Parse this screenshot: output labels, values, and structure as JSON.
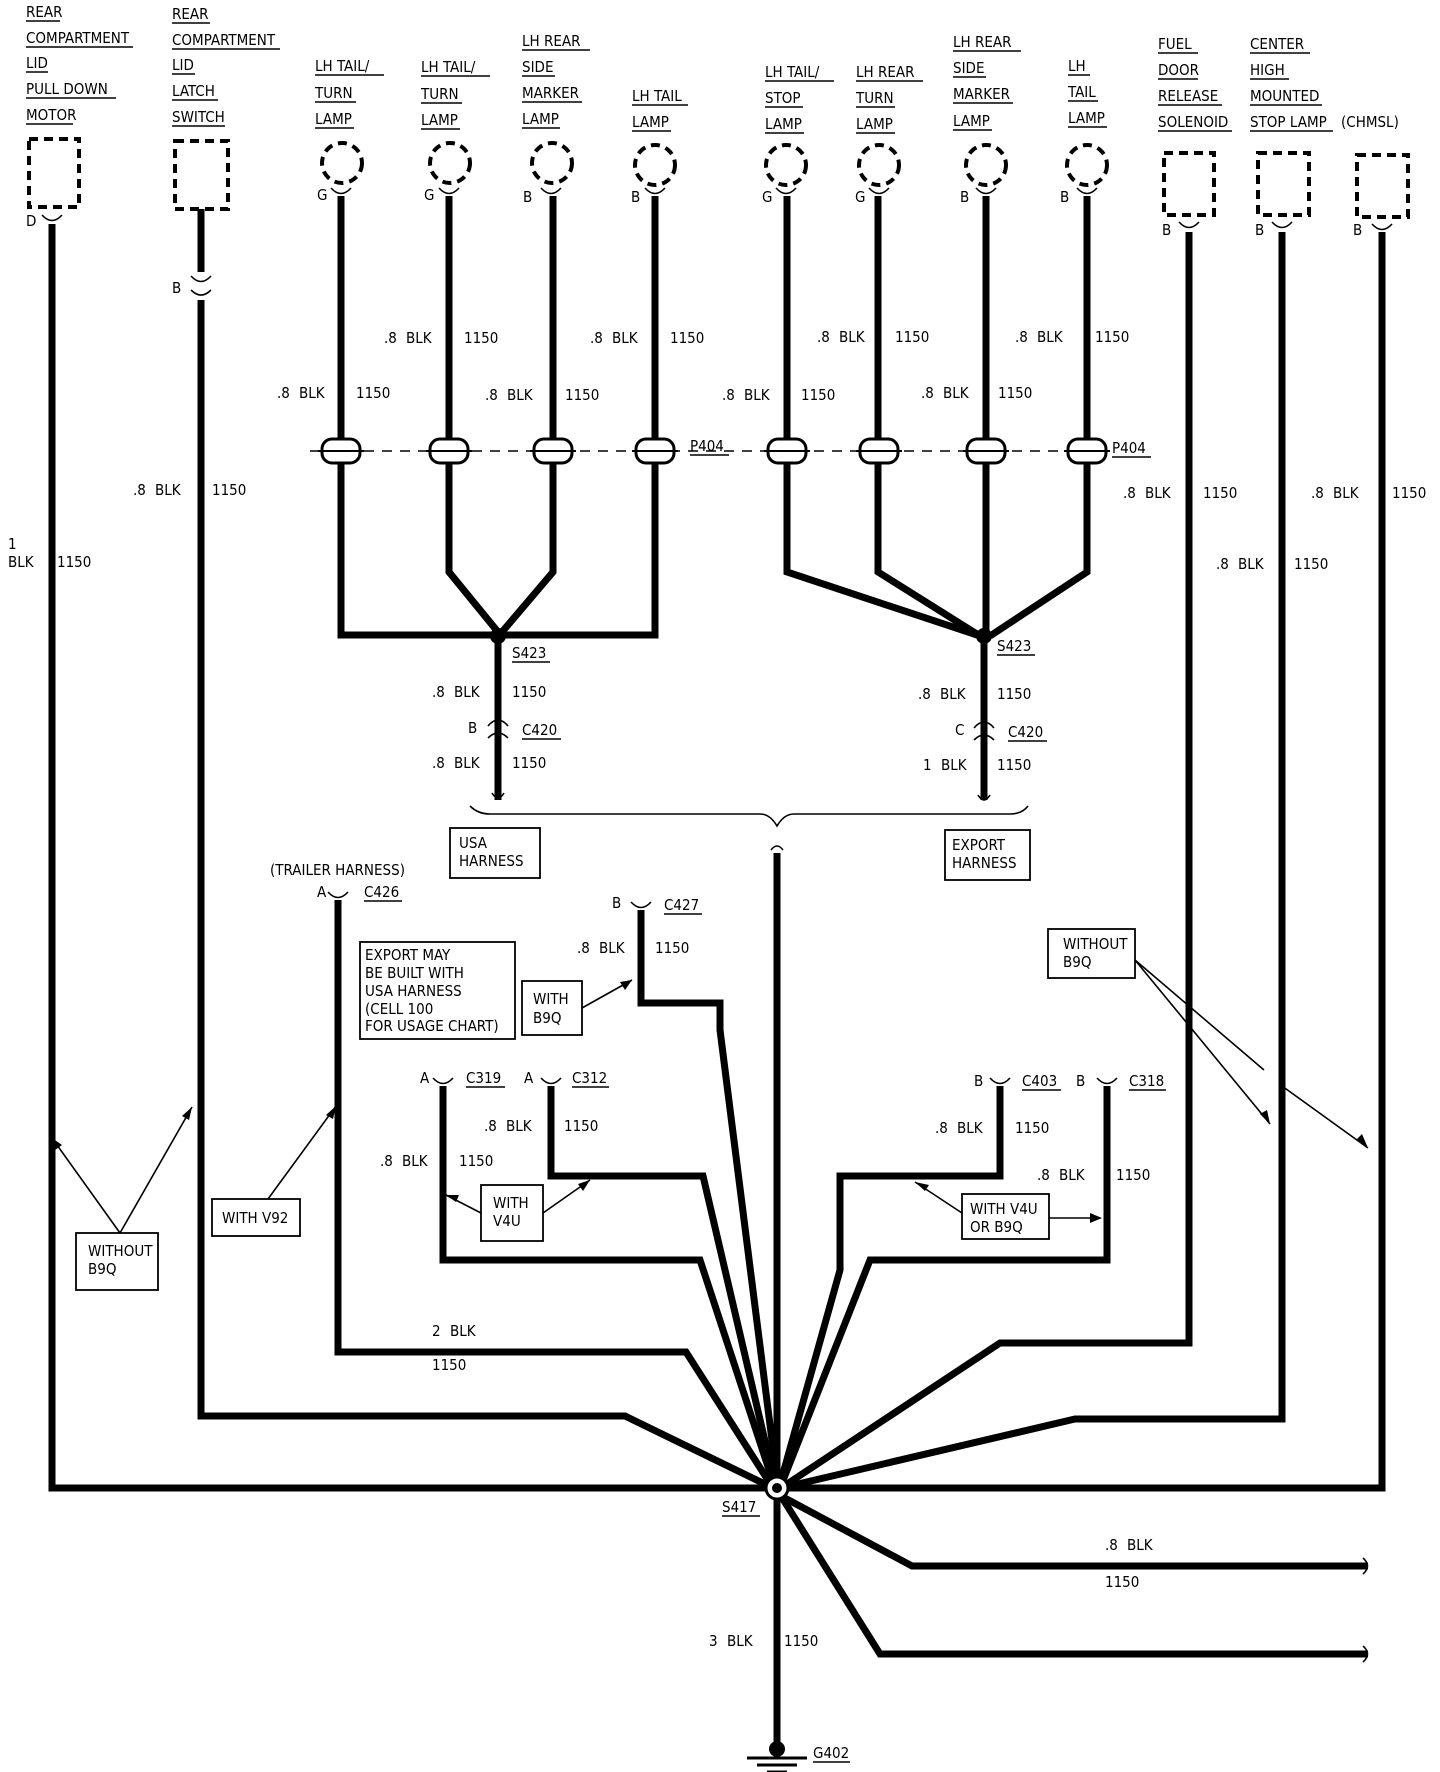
{
  "wire": {
    "color": "BLK",
    "circuit": "1150"
  },
  "gauges": {
    "g08": ".8",
    "g1": "1",
    "g2": "2",
    "g3": "3"
  },
  "components": {
    "pulldown_motor": [
      "REAR",
      "COMPARTMENT",
      "LID",
      "PULL DOWN",
      "MOTOR"
    ],
    "latch_switch": [
      "REAR",
      "COMPARTMENT",
      "LID",
      "LATCH",
      "SWITCH"
    ],
    "lh_tail_turn_1": [
      "LH TAIL/",
      "TURN",
      "LAMP"
    ],
    "lh_tail_turn_2": [
      "LH TAIL/",
      "TURN",
      "LAMP"
    ],
    "lh_rear_side_marker_1": [
      "LH REAR",
      "SIDE",
      "MARKER",
      "LAMP"
    ],
    "lh_tail_1": [
      "LH TAIL",
      "LAMP"
    ],
    "lh_tail_stop": [
      "LH TAIL/",
      "STOP",
      "LAMP"
    ],
    "lh_rear_turn": [
      "LH REAR",
      "TURN",
      "LAMP"
    ],
    "lh_rear_side_marker_2": [
      "LH REAR",
      "SIDE",
      "MARKER",
      "LAMP"
    ],
    "lh_tail_2": [
      "LH",
      "TAIL",
      "LAMP"
    ],
    "fuel_door": [
      "FUEL",
      "DOOR",
      "RELEASE",
      "SOLENOID"
    ],
    "chmsl": [
      "CENTER",
      "HIGH",
      "MOUNTED",
      "STOP LAMP"
    ],
    "chmsl_abbr": "(CHMSL)"
  },
  "pins": {
    "D": "D",
    "B": "B",
    "G": "G",
    "A": "A",
    "C": "C"
  },
  "refs": {
    "P404": "P404",
    "S423": "S423",
    "C420": "C420",
    "C426": "C426",
    "C427": "C427",
    "C319": "C319",
    "C312": "C312",
    "C403": "C403",
    "C318": "C318",
    "S417": "S417",
    "G402": "G402"
  },
  "labels": {
    "trailer_harness": "(TRAILER HARNESS)",
    "usa_harness": [
      "USA",
      "HARNESS"
    ],
    "export_harness": [
      "EXPORT",
      "HARNESS"
    ],
    "export_note": [
      "EXPORT MAY",
      "BE BUILT WITH",
      "USA HARNESS",
      "(CELL 100",
      "FOR USAGE CHART)"
    ],
    "with_b9q": [
      "WITH",
      "B9Q"
    ],
    "without_b9q": [
      "WITHOUT",
      "B9Q"
    ],
    "with_v92": "WITH V92",
    "with_v4u": [
      "WITH",
      "V4U"
    ],
    "with_v4u_or_b9q": [
      "WITH V4U",
      "OR B9Q"
    ]
  }
}
